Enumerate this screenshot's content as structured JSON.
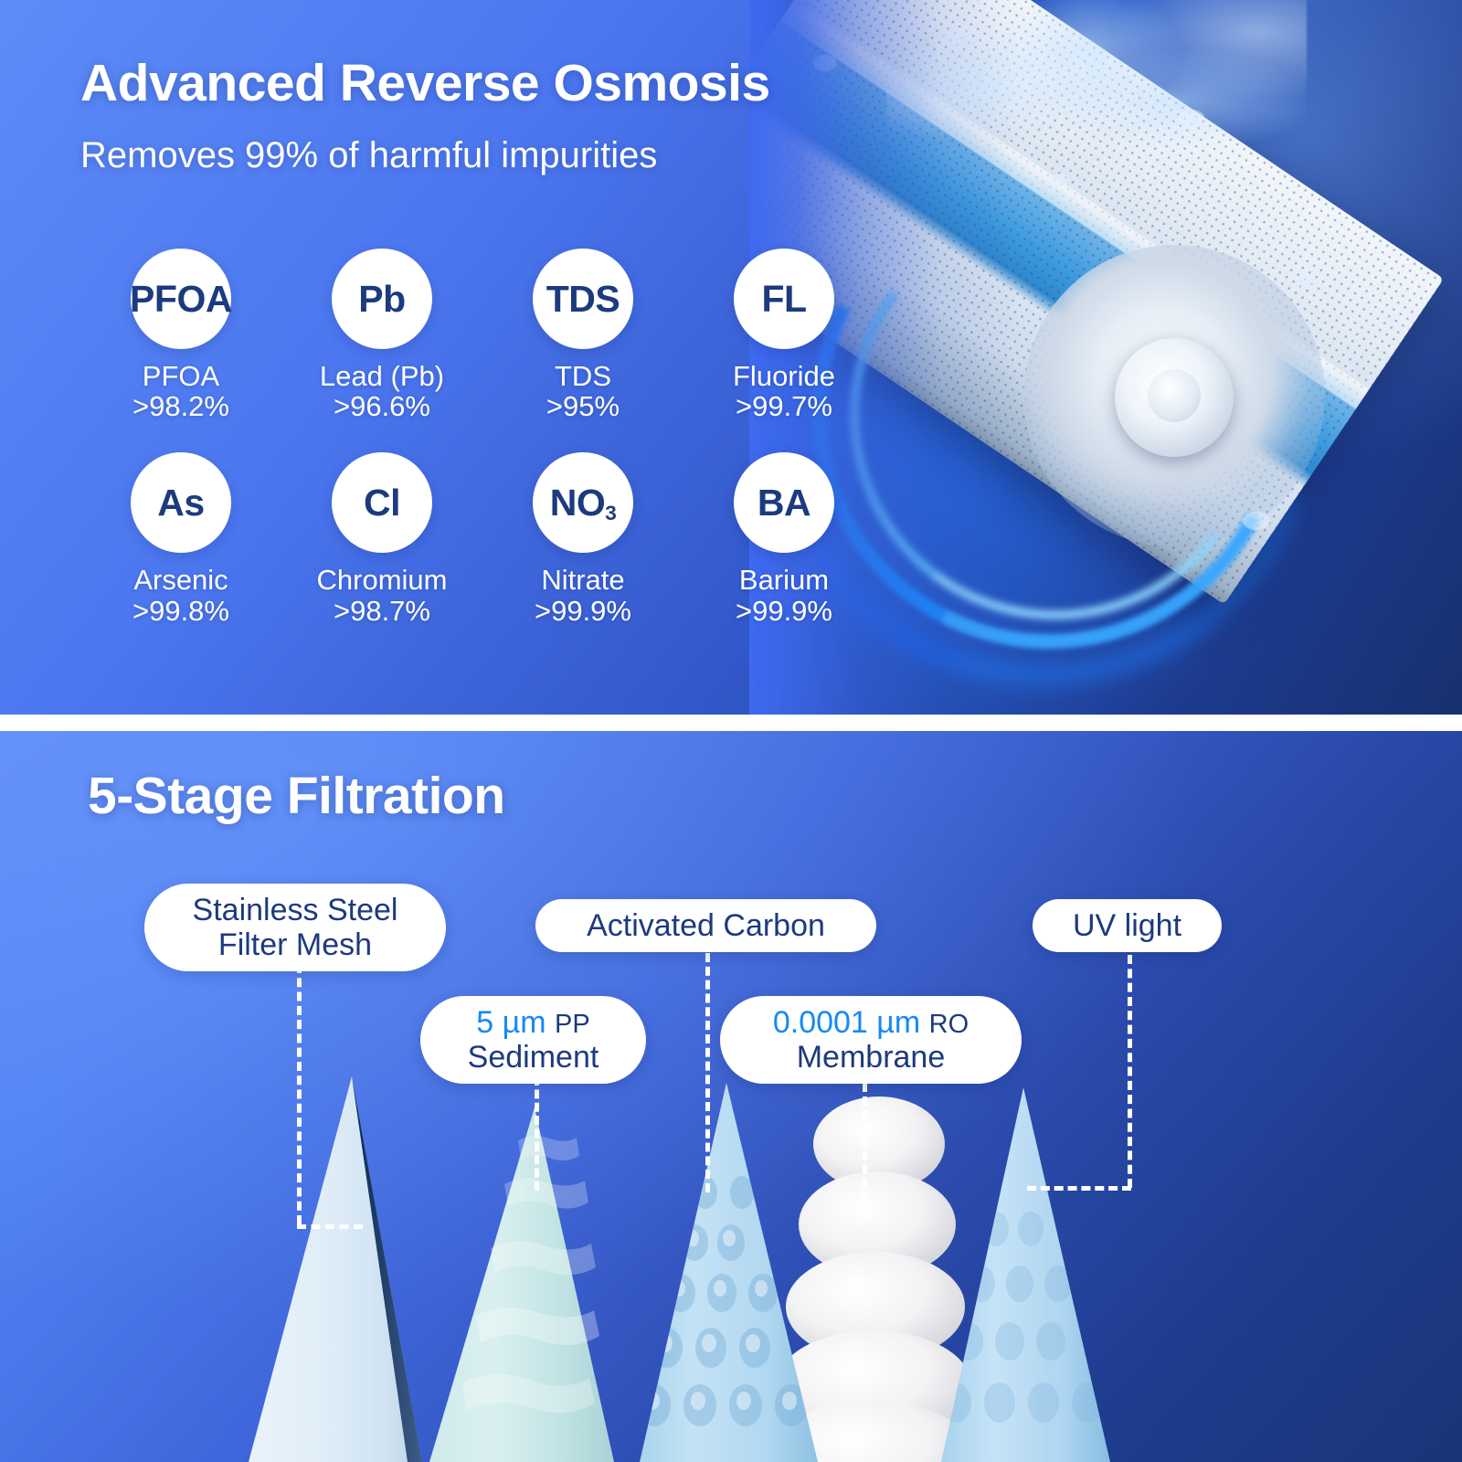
{
  "top": {
    "title": "Advanced Reverse Osmosis",
    "subtitle": "Removes 99% of harmful impurities",
    "contaminants": [
      {
        "symbol": "PFOA",
        "sub": "",
        "name": "PFOA",
        "rate": ">98.2%"
      },
      {
        "symbol": "Pb",
        "sub": "",
        "name": "Lead (Pb)",
        "rate": ">96.6%"
      },
      {
        "symbol": "TDS",
        "sub": "",
        "name": "TDS",
        "rate": ">95%"
      },
      {
        "symbol": "FL",
        "sub": "",
        "name": "Fluoride",
        "rate": ">99.7%"
      },
      {
        "symbol": "As",
        "sub": "",
        "name": "Arsenic",
        "rate": ">99.8%"
      },
      {
        "symbol": "Cl",
        "sub": "",
        "name": "Chromium",
        "rate": ">98.7%"
      },
      {
        "symbol": "NO",
        "sub": "3",
        "name": "Nitrate",
        "rate": ">99.9%"
      },
      {
        "symbol": "BA",
        "sub": "",
        "name": "Barium",
        "rate": ">99.9%"
      }
    ]
  },
  "bottom": {
    "title": "5-Stage Filtration",
    "stages": [
      {
        "id": "stage-1",
        "line1": "Stainless Steel",
        "line2": "Filter Mesh",
        "highlight": ""
      },
      {
        "id": "stage-2",
        "line1": "PP",
        "line2": "Sediment",
        "highlight": "5 µm"
      },
      {
        "id": "stage-3",
        "line1": "Activated Carbon",
        "line2": "",
        "highlight": ""
      },
      {
        "id": "stage-4",
        "line1": "RO",
        "line2": "Membrane",
        "highlight": "0.0001 µm"
      },
      {
        "id": "stage-5",
        "line1": "UV light",
        "line2": "",
        "highlight": ""
      }
    ]
  },
  "colors": {
    "accent_blue": "#1788f5",
    "badge_text": "#1c3a7e",
    "panel_light": "#5d8bf7",
    "panel_dark": "#1a3578",
    "white": "#ffffff"
  }
}
